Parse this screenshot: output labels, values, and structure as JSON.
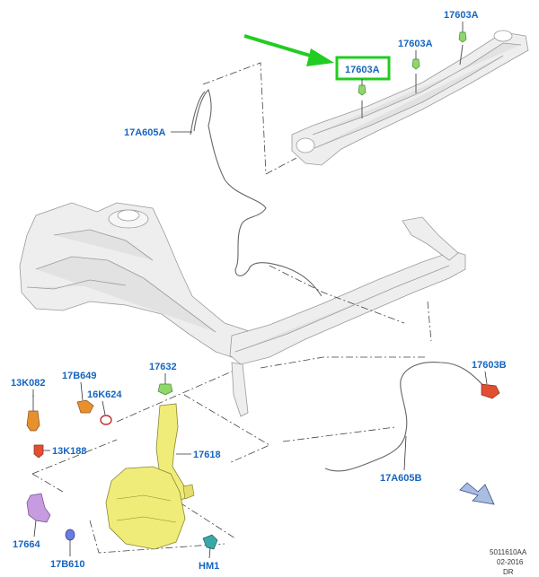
{
  "callouts": {
    "cowl_clip_right": "17603A",
    "cowl_clip_middle": "17603A",
    "cowl_clip_highlighted": "17603A",
    "hose_upper": "17A605A",
    "clip_reservoir_top": "17632",
    "reservoir": "17618",
    "sensor": "13K082",
    "clip_17b649": "17B649",
    "clip_16k624": "16K624",
    "grommet": "13K188",
    "pump": "17664",
    "plug": "17B610",
    "nozzle_hm1": "HM1",
    "hose_lower": "17A605B",
    "nozzle_right": "17603B"
  },
  "reference": {
    "code": "5011610AA",
    "date": "02-2016",
    "side": "DR"
  },
  "colors": {
    "callout_text": "#1565c0",
    "highlight_box": "#22cc22",
    "pointer_arrow": "#22cc22",
    "reservoir_fill": "#f0ec7a",
    "pump_fill": "#c79be0",
    "clip_green": "#8fd66b",
    "sensor_orange": "#e8902e",
    "nozzle_red": "#e05030",
    "direction_arrow": "#a9bde0"
  }
}
